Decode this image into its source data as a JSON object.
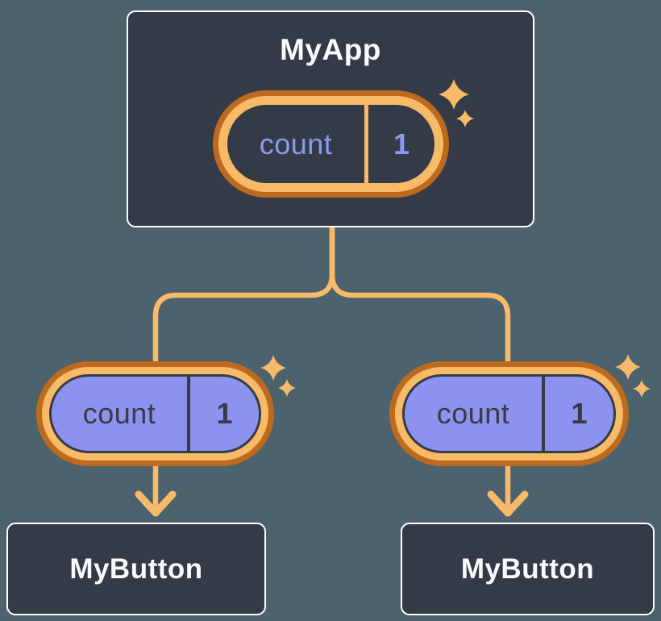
{
  "diagram": {
    "root": {
      "name": "MyApp",
      "state": {
        "label": "count",
        "value": "1"
      }
    },
    "children": [
      {
        "name": "MyButton",
        "state": {
          "label": "count",
          "value": "1"
        }
      },
      {
        "name": "MyButton",
        "state": {
          "label": "count",
          "value": "1"
        }
      }
    ]
  },
  "colors": {
    "bg": "#4C636E",
    "card": "#343A46",
    "cardBorder": "#FFFFFF",
    "titleText": "#F9FAFC",
    "orangeDark": "#BE6A1E",
    "orangeLight": "#F7BA68",
    "purpleFill": "#8B93EE",
    "purpleText": "#8C99F1",
    "darkText": "#363B45"
  }
}
